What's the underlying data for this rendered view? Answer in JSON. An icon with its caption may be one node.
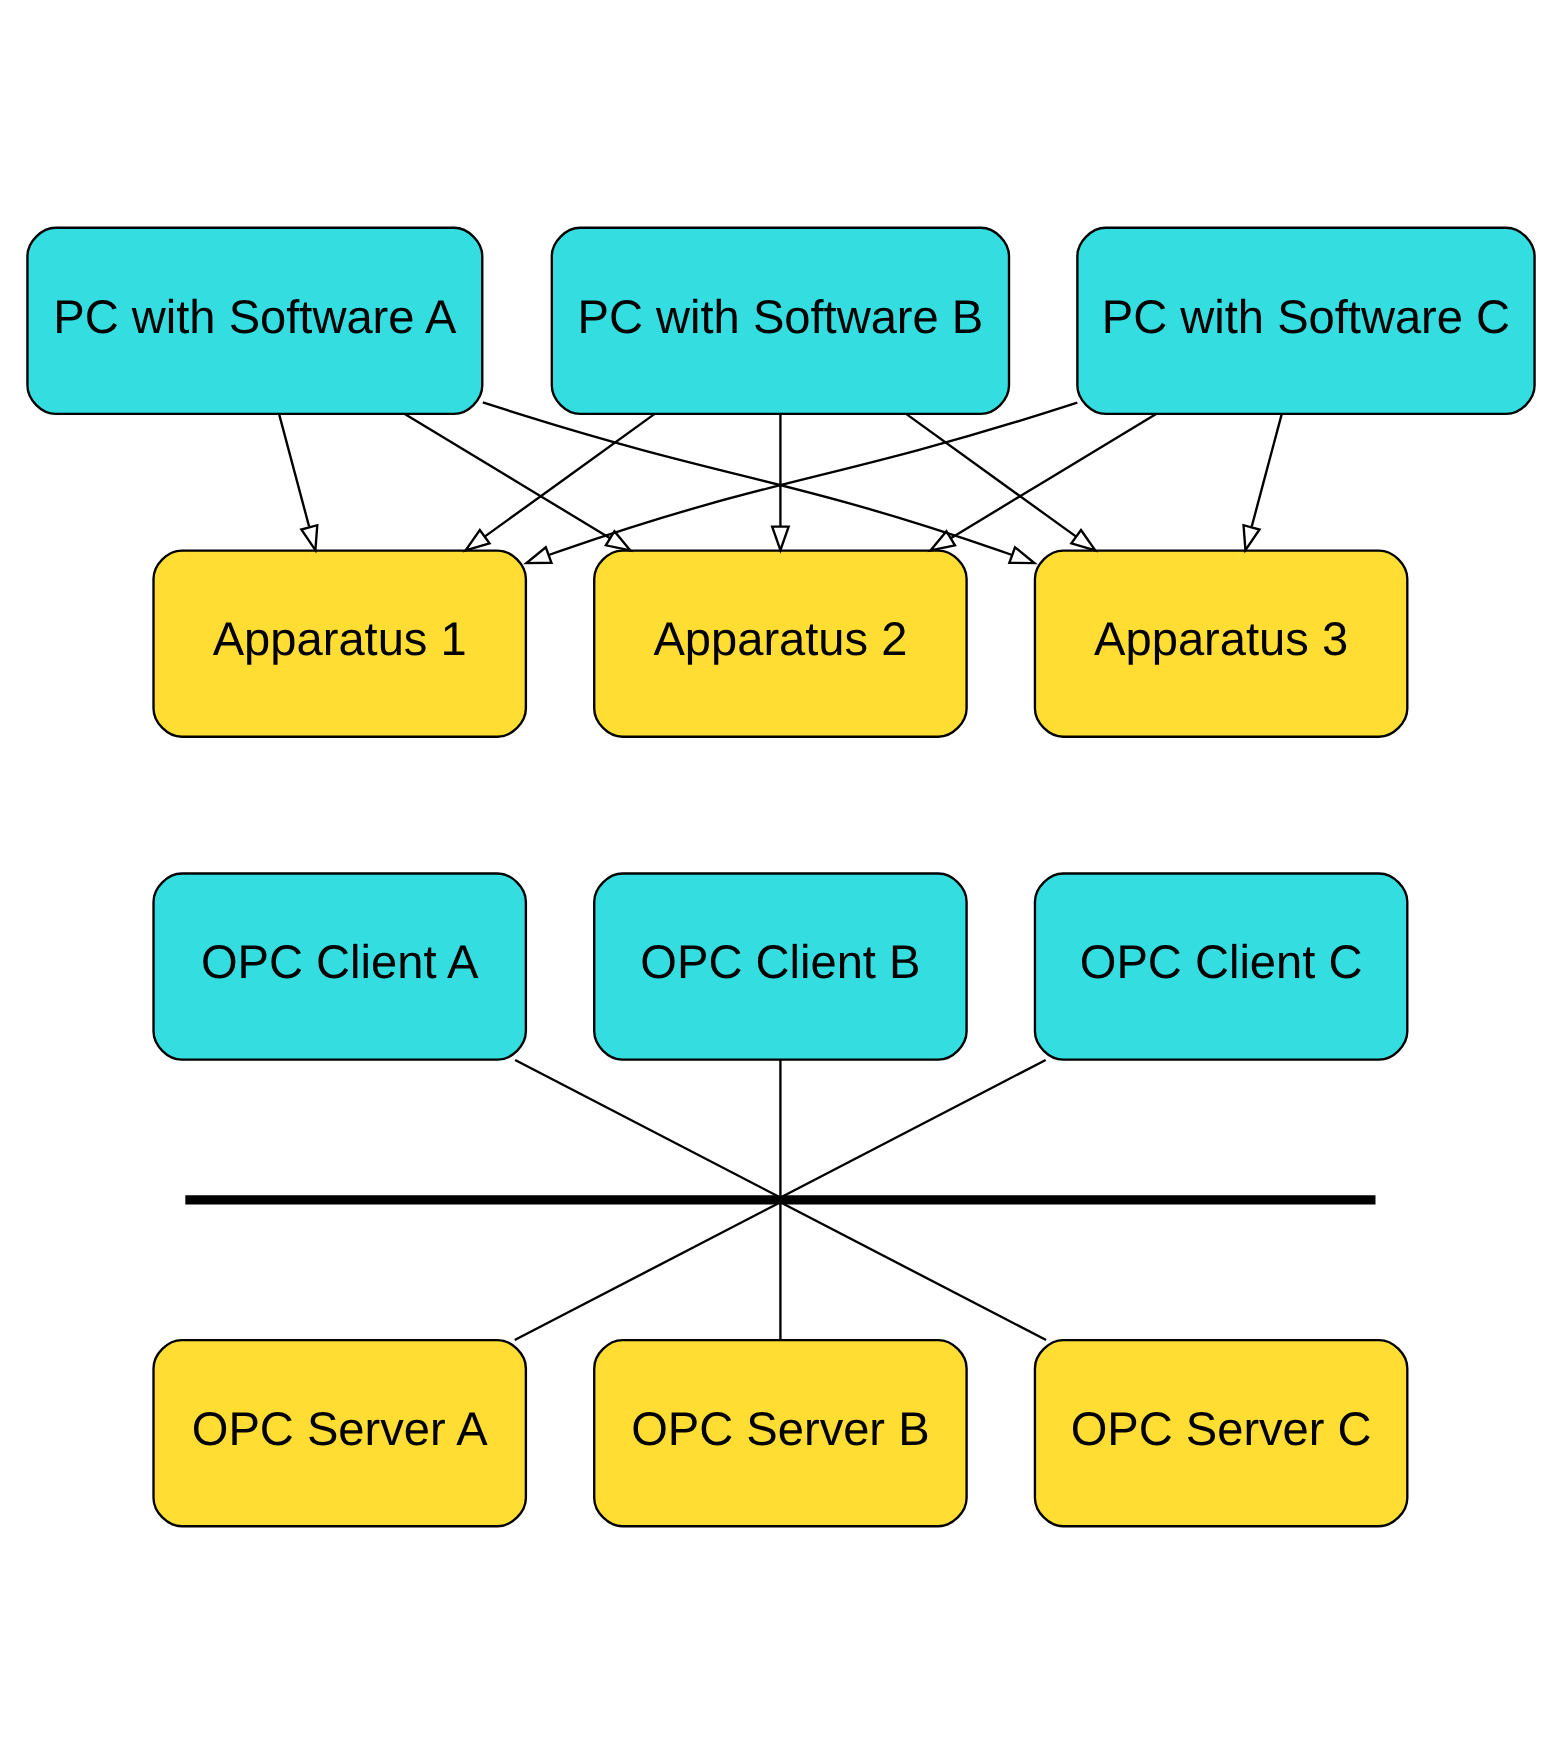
{
  "diagram": {
    "nodes": [
      {
        "text": [
          "PC with Software A"
        ]
      },
      {
        "text": [
          "PC with Software B"
        ]
      },
      {
        "text": [
          "PC with Software C"
        ]
      },
      {
        "text": [
          "Apparatus 1"
        ]
      },
      {
        "text": [
          "Apparatus 2"
        ]
      },
      {
        "text": [
          "Apparatus 3"
        ]
      },
      {
        "text": [
          "OPC Client A"
        ]
      },
      {
        "text": [
          "OPC Client B"
        ]
      },
      {
        "text": [
          "OPC Client C"
        ]
      },
      {
        "text": [],
        "shape": "bar"
      },
      {
        "text": [
          "OPC Server A"
        ]
      },
      {
        "text": [
          "OPC Server B"
        ]
      },
      {
        "text": [
          "OPC Server C"
        ]
      }
    ],
    "edges": [
      {
        "from": 0,
        "to": 3,
        "arrow": "to"
      },
      {
        "from": 0,
        "to": 4,
        "arrow": "to"
      },
      {
        "from": 0,
        "to": 5,
        "arrow": "to"
      },
      {
        "from": 1,
        "to": 3,
        "arrow": "to"
      },
      {
        "from": 1,
        "to": 4,
        "arrow": "to"
      },
      {
        "from": 1,
        "to": 5,
        "arrow": "to"
      },
      {
        "from": 2,
        "to": 3,
        "arrow": "to"
      },
      {
        "from": 2,
        "to": 4,
        "arrow": "to"
      },
      {
        "from": 2,
        "to": 5,
        "arrow": "to"
      },
      {
        "from": 6,
        "to": 9,
        "arrow": "none"
      },
      {
        "from": 7,
        "to": 9,
        "arrow": "none"
      },
      {
        "from": 8,
        "to": 9,
        "arrow": "none"
      },
      {
        "from": 9,
        "to": 10,
        "arrow": "none"
      },
      {
        "from": 9,
        "to": 11,
        "arrow": "none"
      },
      {
        "from": 9,
        "to": 12,
        "arrow": "none"
      }
    ]
  }
}
